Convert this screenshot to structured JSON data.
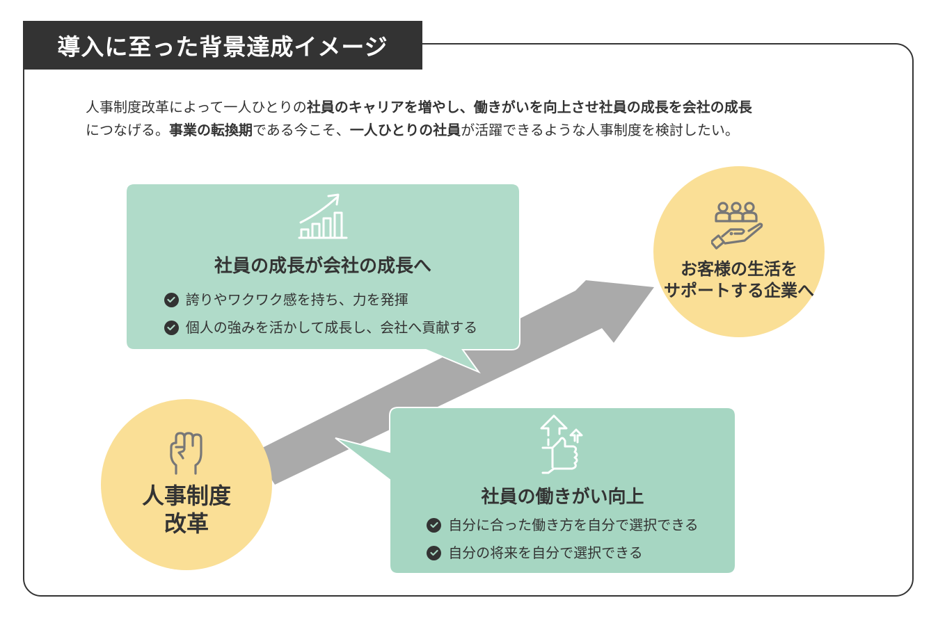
{
  "title": "導入に至った背景達成イメージ",
  "intro": {
    "line1": [
      {
        "text": "人事制度改革によって一人ひとりの",
        "bold": false
      },
      {
        "text": "社員のキャリアを増やし、働きがいを向上させ社員の成長を会社の成長",
        "bold": true
      }
    ],
    "line2": [
      {
        "text": "につなげる。",
        "bold": false
      },
      {
        "text": "事業の転換期",
        "bold": true
      },
      {
        "text": "である今こそ、",
        "bold": false
      },
      {
        "text": "一人ひとりの社員",
        "bold": true
      },
      {
        "text": "が活躍できるような人事制度を検討したい。",
        "bold": false
      }
    ]
  },
  "bubble_top": {
    "icon": "growth-chart-icon",
    "heading": "社員の成長が会社の成長へ",
    "items": [
      "誇りやワクワク感を持ち、力を発揮",
      "個人の強みを活かして成長し、会社へ貢献する"
    ]
  },
  "bubble_bottom": {
    "icon": "thumbs-up-arrows-icon",
    "heading": "社員の働きがい向上",
    "items": [
      "自分に合った働き方を自分で選択できる",
      "自分の将来を自分で選択できる"
    ]
  },
  "circle_start": {
    "icon": "fist-icon",
    "label_line1": "人事制度",
    "label_line2": "改革"
  },
  "circle_goal": {
    "icon": "people-in-hand-icon",
    "label_line1": "お客様の生活を",
    "label_line2": "サポートする企業へ"
  },
  "colors": {
    "dark": "#333333",
    "bubble_top": "#b0dbc9",
    "bubble_bottom": "#a6d6c2",
    "circle": "#fadf96",
    "arrow": "#aaaaaa",
    "icon_gray": "#777777"
  }
}
